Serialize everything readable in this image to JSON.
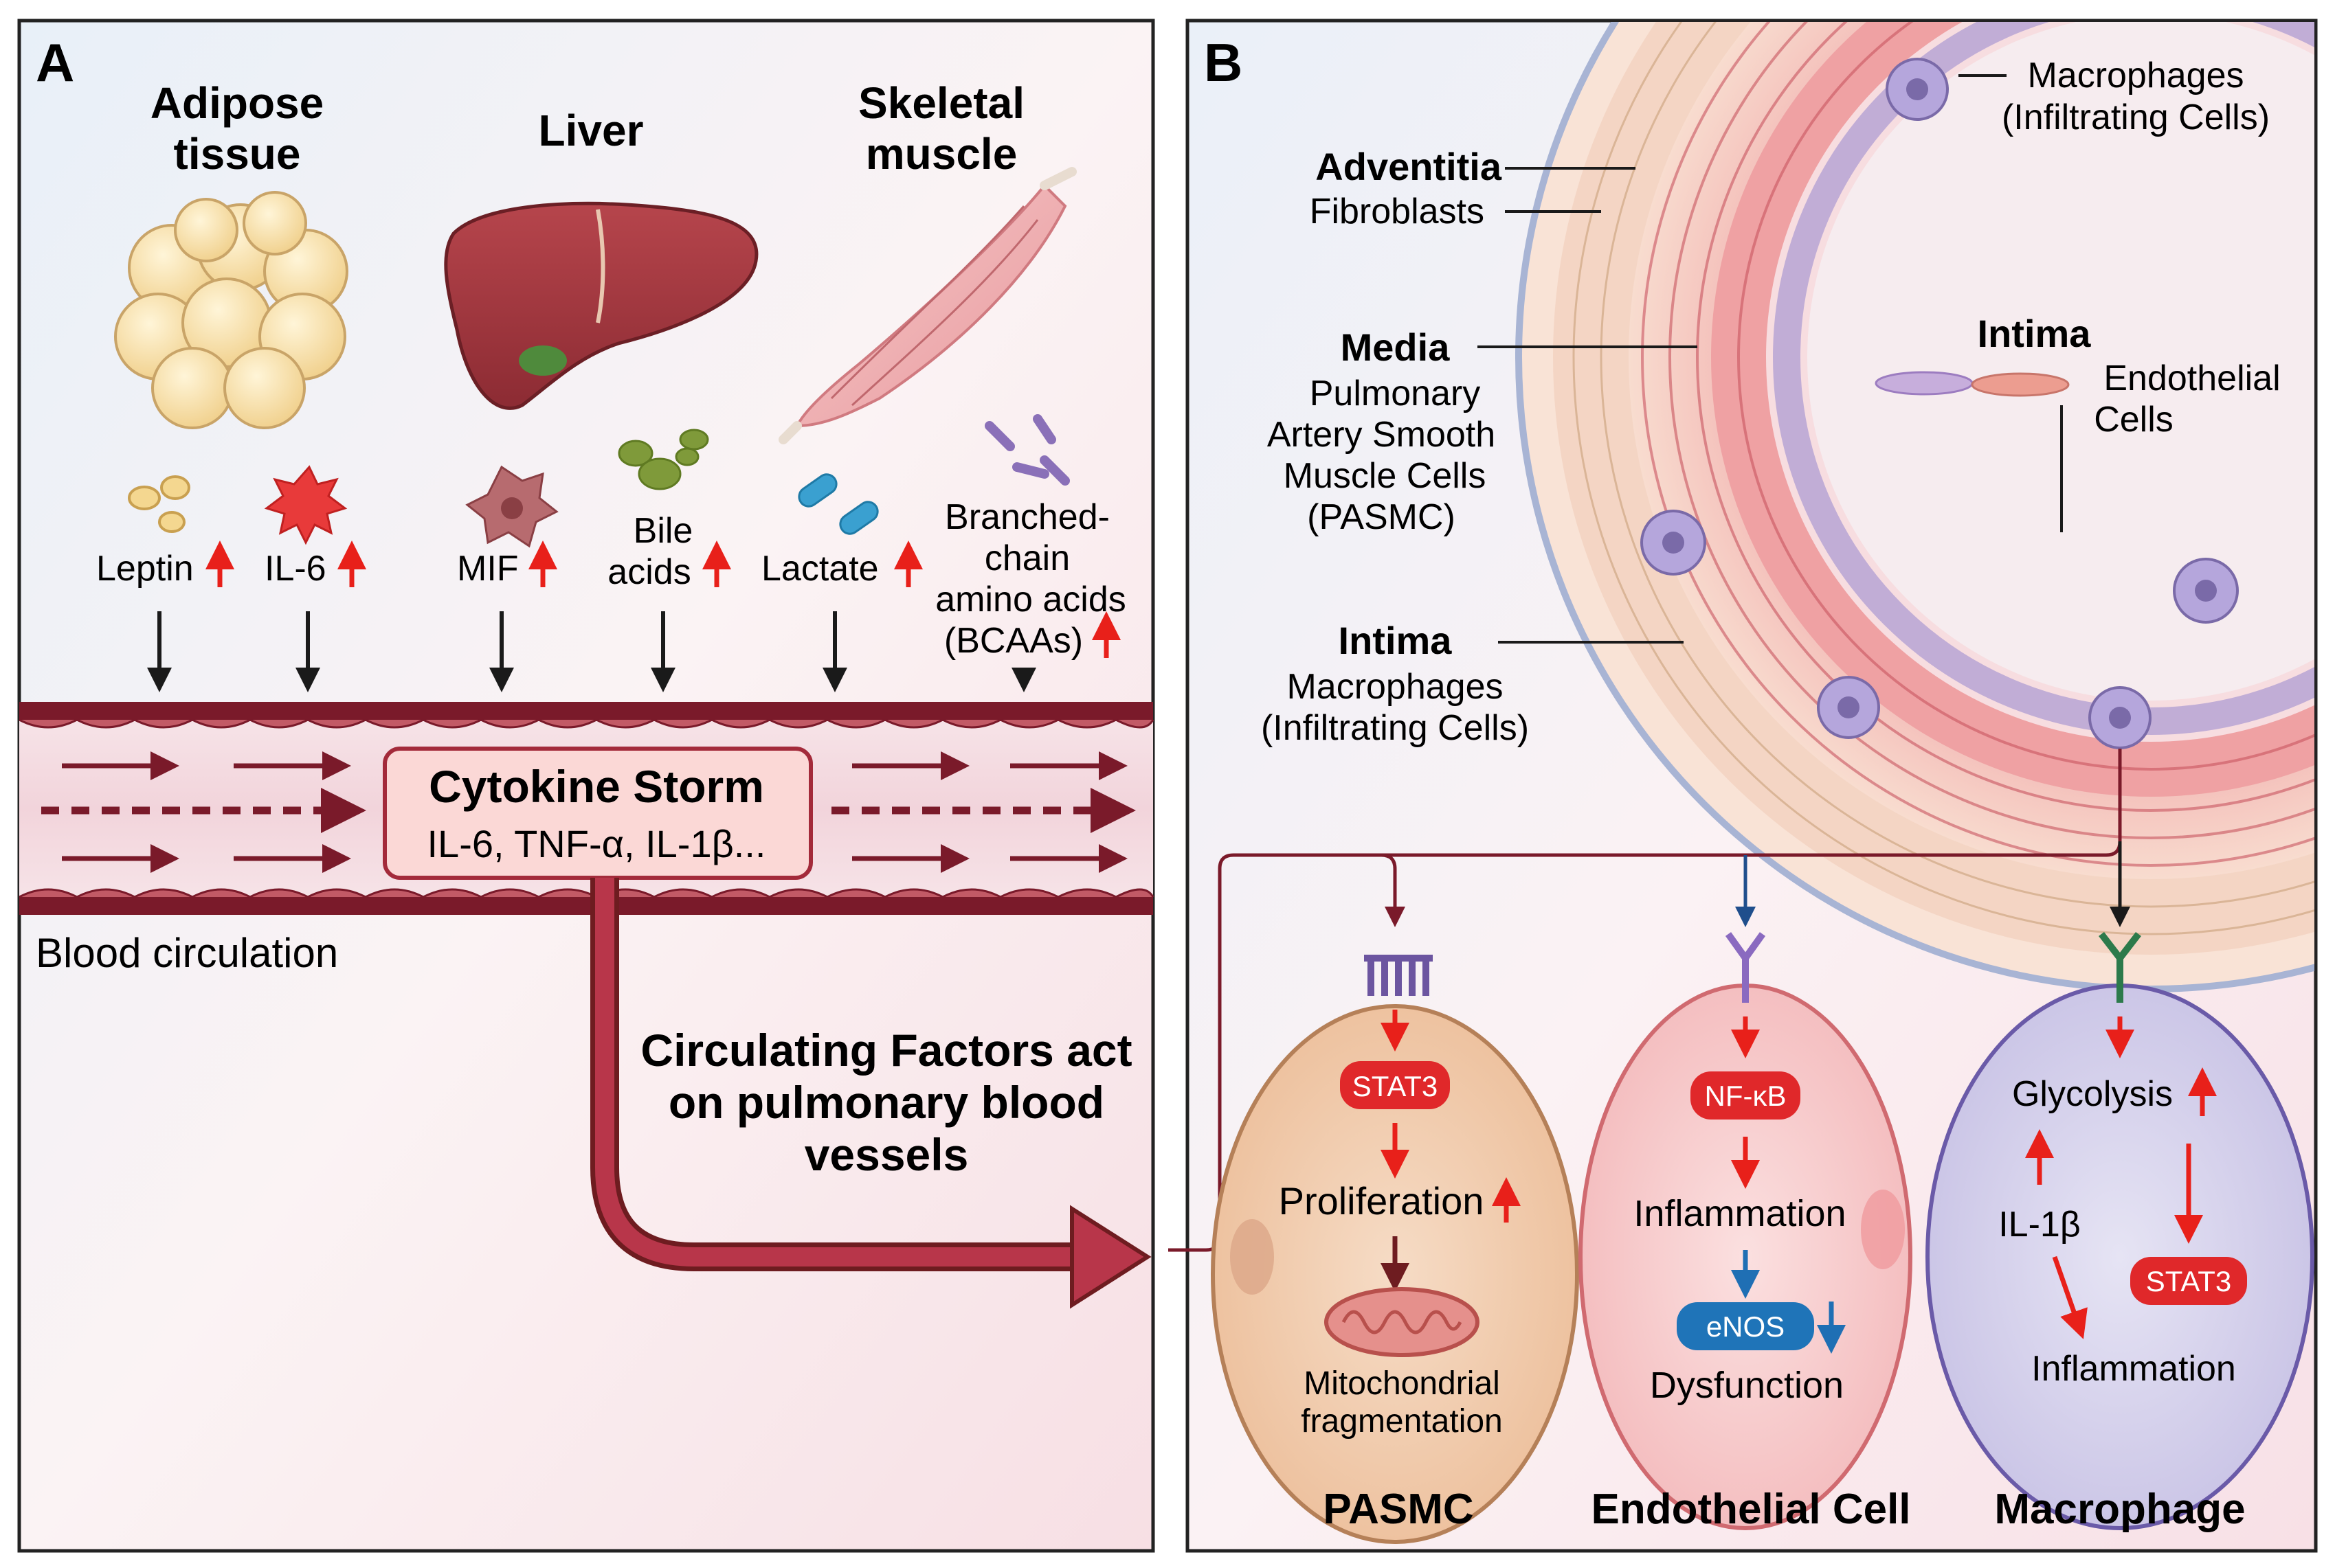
{
  "panel_a": {
    "letter": "A",
    "organs": {
      "adipose": [
        "Adipose",
        "tissue"
      ],
      "liver": "Liver",
      "muscle": [
        "Skeletal",
        "muscle"
      ]
    },
    "factors": {
      "leptin": "Leptin",
      "il6": "IL-6",
      "mif": "MIF",
      "bile": [
        "Bile",
        "acids"
      ],
      "lactate": "Lactate",
      "bcaa": [
        "Branched-",
        "chain",
        "amino acids",
        "(BCAAs)"
      ]
    },
    "storm_title": "Cytokine Storm",
    "storm_sub": "IL-6, TNF-α, IL-1β...",
    "blood_circulation": "Blood circulation",
    "circulating": [
      "Circulating Factors act",
      "on pulmonary blood",
      "vessels"
    ]
  },
  "panel_b": {
    "letter": "B",
    "adventitia": "Adventitia",
    "fibroblasts": "Fibroblasts",
    "media": "Media",
    "media_cells": [
      "Pulmonary",
      "Artery Smooth",
      "Muscle Cells",
      "(PASMC)"
    ],
    "intima_left": "Intima",
    "intima_left_cells": [
      "Macrophages",
      "(Infiltrating Cells)"
    ],
    "macrophages_top": [
      "Macrophages",
      "(Infiltrating Cells)"
    ],
    "intima_right": "Intima",
    "endothelial": [
      "Endothelial",
      "Cells"
    ],
    "cells": {
      "pasmc": {
        "title": "PASMC",
        "pill": "STAT3",
        "proliferation": "Proliferation",
        "mito": [
          "Mitochondrial",
          "fragmentation"
        ]
      },
      "endothelial": {
        "title": "Endothelial Cell",
        "pill": "NF-κB",
        "inflammation": "Inflammation",
        "enos": "eNOS",
        "dysfunction": "Dysfunction"
      },
      "macrophage": {
        "title": "Macrophage",
        "glycolysis": "Glycolysis",
        "il1b": "IL-1β",
        "pill": "STAT3",
        "inflammation": "Inflammation"
      }
    }
  },
  "colors": {
    "up_arrow": "#e8201a",
    "down_arrow": "#1f6fb4",
    "vessel": "#7a1a2a",
    "pill_red": "#e0282a",
    "pill_blue": "#1f74b8"
  }
}
